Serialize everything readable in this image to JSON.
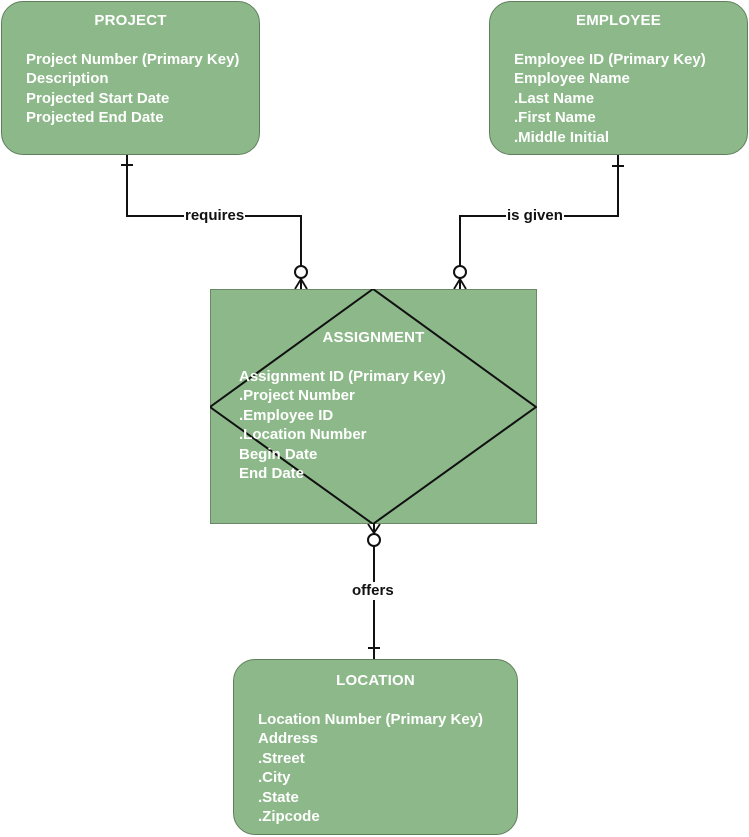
{
  "diagram": {
    "type": "entity-relationship",
    "entities": {
      "project": {
        "title": "PROJECT",
        "attributes": [
          "Project Number (Primary Key)",
          "Description",
          "Projected Start Date",
          "Projected End Date"
        ]
      },
      "employee": {
        "title": "EMPLOYEE",
        "attributes": [
          "Employee ID (Primary Key)",
          "Employee Name",
          ".Last Name",
          ".First Name",
          ".Middle Initial"
        ]
      },
      "assignment": {
        "title": "ASSIGNMENT",
        "kind": "associative entity",
        "attributes": [
          "Assignment ID (Primary Key)",
          ".Project Number",
          ".Employee ID",
          ".Location Number",
          "Begin Date",
          "End Date"
        ]
      },
      "location": {
        "title": "LOCATION",
        "attributes": [
          "Location Number (Primary Key)",
          "Address",
          ".Street",
          ".City",
          ".State",
          ".Zipcode"
        ]
      }
    },
    "relationships": [
      {
        "label": "requires",
        "from": "PROJECT",
        "to": "ASSIGNMENT",
        "from_cardinality": "one",
        "to_cardinality": "zero-or-many"
      },
      {
        "label": "is given",
        "from": "EMPLOYEE",
        "to": "ASSIGNMENT",
        "from_cardinality": "one",
        "to_cardinality": "zero-or-many"
      },
      {
        "label": "offers",
        "from": "LOCATION",
        "to": "ASSIGNMENT",
        "from_cardinality": "one",
        "to_cardinality": "zero-or-many"
      }
    ],
    "colors": {
      "entity_fill": "#8db98a",
      "entity_text": "#ffffff",
      "line": "#111111"
    }
  }
}
